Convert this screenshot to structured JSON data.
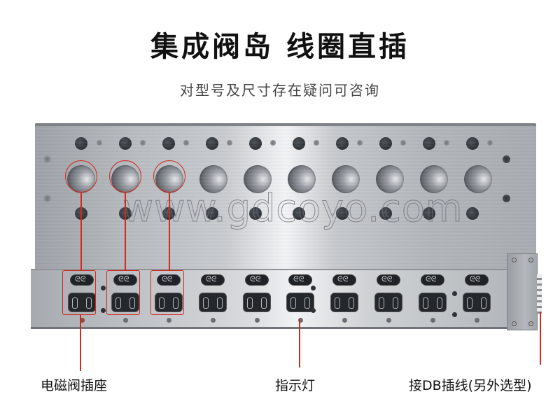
{
  "header": {
    "title": "集成阀岛 线圈直插",
    "subtitle": "对型号及尺寸存在疑问可咨询"
  },
  "watermark": "www.gdcoyo.com",
  "product": {
    "name": "manifold valve island",
    "valve_stations": 10,
    "highlighted_stations": 3,
    "colors": {
      "annotation_red": "#d32a1e",
      "aluminum_light": "#f4f5f7",
      "aluminum_mid": "#b9bdc2",
      "hole_dark": "#1f2328"
    }
  },
  "callouts": [
    {
      "id": "solenoid-socket",
      "label": "电磁阀插座"
    },
    {
      "id": "indicator-light",
      "label": "指示灯"
    },
    {
      "id": "db-connector",
      "label": "接DB插线(另外选型)"
    }
  ]
}
